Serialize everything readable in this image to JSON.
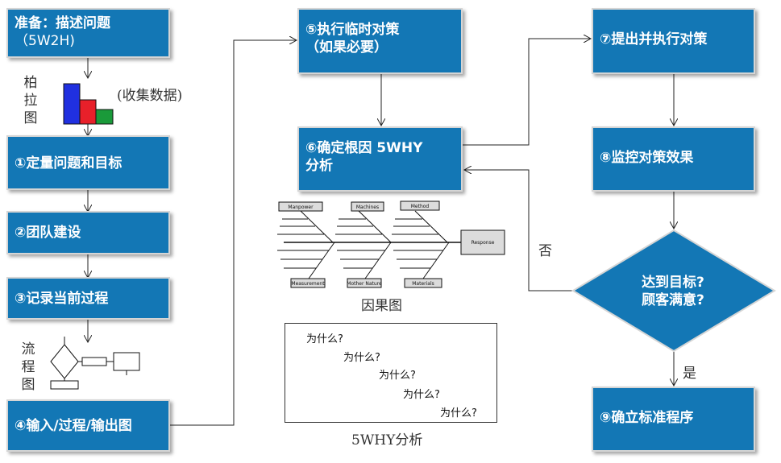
{
  "steps": {
    "prep": {
      "title": "准备：描述问题",
      "sub": "（5W2H)"
    },
    "s1": "①定量问题和目标",
    "s2": "②团队建设",
    "s3": "③记录当前过程",
    "s4": "④输入/过程/输出图",
    "s5": {
      "title": "⑤执行临时对策",
      "sub": "（如果必要）"
    },
    "s6": {
      "title": "⑥确定根因 5WHY",
      "sub": "分析"
    },
    "s7": "⑦提出并执行对策",
    "s8": "⑧监控对策效果",
    "s9": "⑨确立标准程序"
  },
  "decision": {
    "line1": "达到目标?",
    "line2": "顾客满意?"
  },
  "labels": {
    "pareto": [
      "柏",
      "拉",
      "图"
    ],
    "collect_data": "(收集数据)",
    "flowchart": [
      "流",
      "程",
      "图"
    ],
    "fishbone": "因果图",
    "five_why": "5WHY分析",
    "no": "否",
    "yes": "是"
  },
  "fishbone": {
    "causes_top": [
      "Manpower",
      "Machines",
      "Method"
    ],
    "causes_bottom": [
      "Measurement",
      "Mother Nature",
      "Materials"
    ],
    "effect": "Response"
  },
  "why_lines": [
    "为什么?",
    "为什么?",
    "为什么?",
    "为什么?",
    "为什么?"
  ],
  "colors": {
    "box_fill": "#1377b5",
    "box_border": "#d5d5d5",
    "bar_red": "#e8202a",
    "bar_green": "#1a9a3a",
    "bar_blue": "#2030e0"
  }
}
